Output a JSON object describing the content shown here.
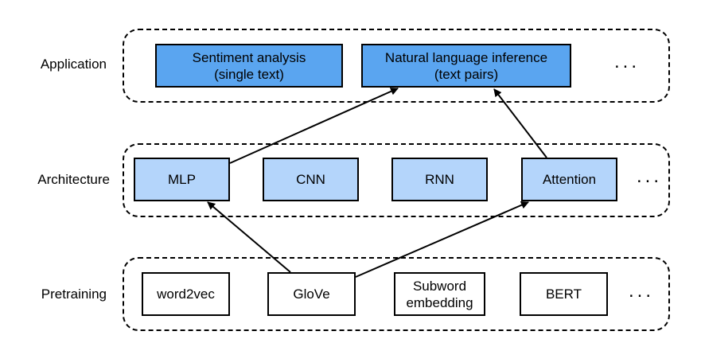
{
  "layers": {
    "application": {
      "label": "Application",
      "nodes": {
        "sentiment": {
          "line1": "Sentiment analysis",
          "line2": "(single text)"
        },
        "nli": {
          "line1": "Natural language inference",
          "line2": "(text pairs)"
        }
      },
      "ellipsis": "..."
    },
    "architecture": {
      "label": "Architecture",
      "nodes": {
        "mlp": "MLP",
        "cnn": "CNN",
        "rnn": "RNN",
        "attention": "Attention"
      },
      "ellipsis": "..."
    },
    "pretraining": {
      "label": "Pretraining",
      "nodes": {
        "word2vec": "word2vec",
        "glove": "GloVe",
        "subword": {
          "line1": "Subword",
          "line2": "embedding"
        },
        "bert": "BERT"
      },
      "ellipsis": "..."
    }
  },
  "colors": {
    "application_fill": "#5aa5f0",
    "architecture_fill": "#b4d5fb",
    "pretraining_fill": "#ffffff",
    "stroke": "#000000"
  }
}
